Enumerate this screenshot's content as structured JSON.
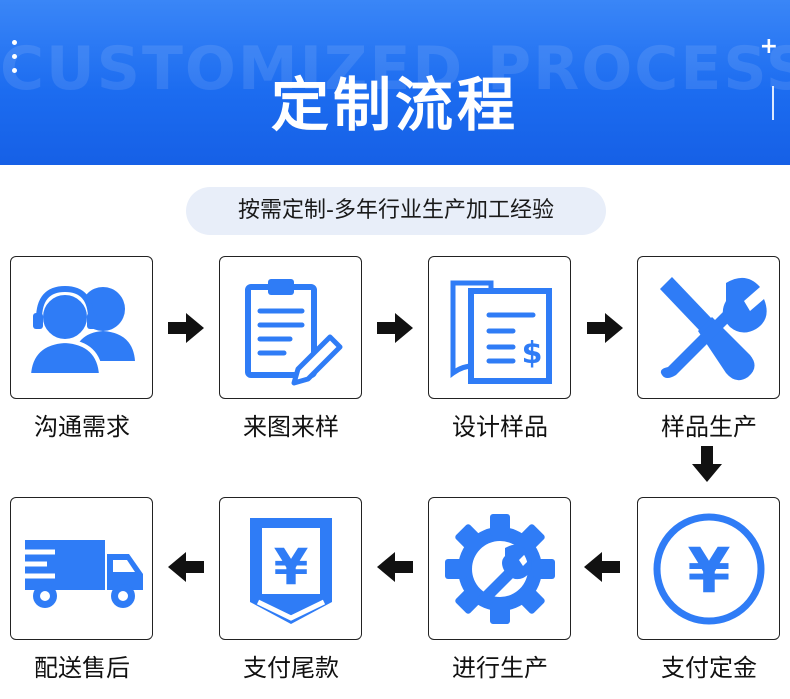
{
  "header": {
    "bg_text": "CUSTOMIZED PROCESS",
    "title": "定制流程"
  },
  "subtitle": "按需定制-多年行业生产加工经验",
  "accent_color": "#2f7cf6",
  "steps": [
    {
      "label": "沟通需求",
      "icon": "customer-service-icon"
    },
    {
      "label": "来图来样",
      "icon": "clipboard-pen-icon"
    },
    {
      "label": "设计样品",
      "icon": "document-dollar-icon"
    },
    {
      "label": "样品生产",
      "icon": "screwdriver-wrench-icon"
    },
    {
      "label": "支付定金",
      "icon": "yen-coin-icon"
    },
    {
      "label": "进行生产",
      "icon": "gear-wrench-icon"
    },
    {
      "label": "支付尾款",
      "icon": "yen-shield-icon"
    },
    {
      "label": "配送售后",
      "icon": "delivery-truck-icon"
    }
  ]
}
